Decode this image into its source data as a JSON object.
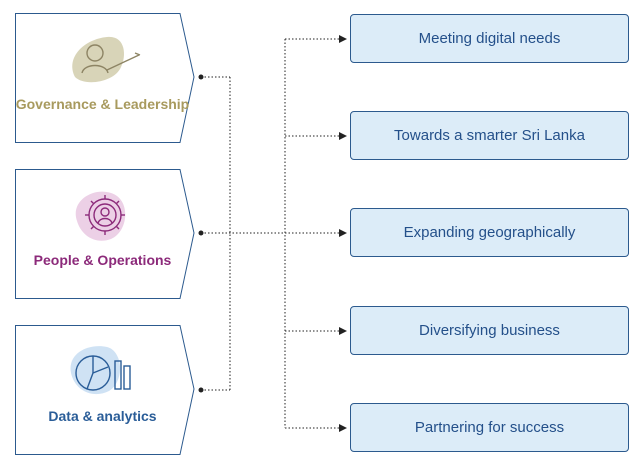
{
  "pillars": [
    {
      "label": "Governance & Leadership",
      "icon": "leadership-icon",
      "color": "#a89a5e"
    },
    {
      "label": "People & Operations",
      "icon": "gear-person-icon",
      "color": "#8c2a7a"
    },
    {
      "label": "Data & analytics",
      "icon": "chart-icon",
      "color": "#2a5d98"
    }
  ],
  "outcomes": [
    "Meeting digital needs",
    "Towards a smarter Sri Lanka",
    "Expanding geographically",
    "Diversifying business",
    "Partnering for success"
  ],
  "colors": {
    "box_fill": "#dcecf8",
    "box_border": "#2c5a8e",
    "text_blue": "#24508a"
  }
}
